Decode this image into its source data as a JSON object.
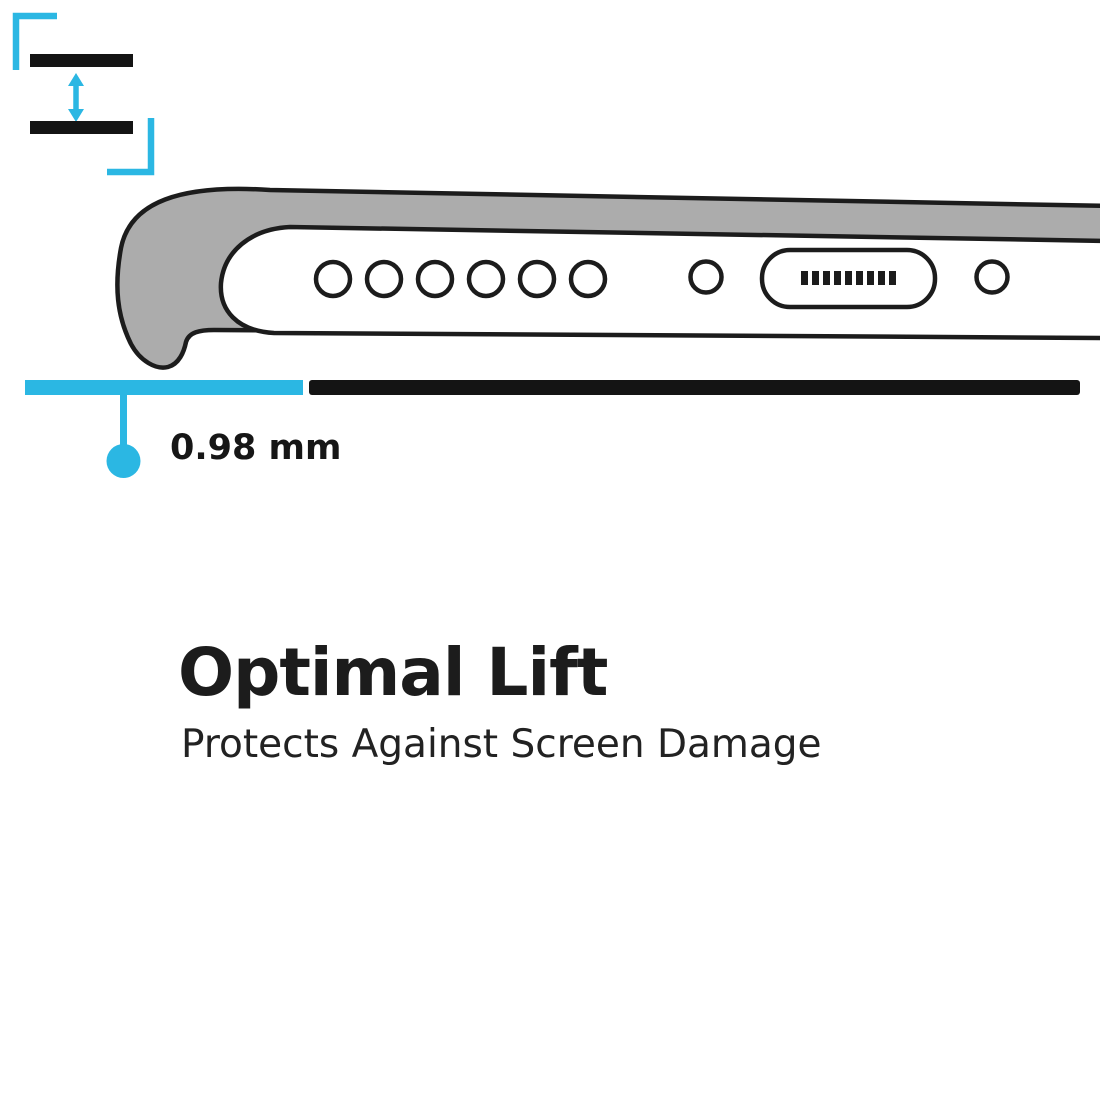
{
  "illustration": {
    "name": "phone-case-bottom-edge-side-view",
    "measurement_label": "0.98 mm"
  },
  "feature": {
    "title": "Optimal Lift",
    "subtitle": "Protects Against Screen Damage"
  },
  "colors": {
    "accent_cyan": "#2bb7e3",
    "ink_black": "#161616",
    "case_gray": "#acacac"
  },
  "icons": {
    "lift_gap": "lift-gap-icon",
    "charging_port": "charging-port-icon",
    "speaker_holes": "speaker-holes-icon",
    "screw_hole": "screw-hole-icon",
    "measurement_pointer": "measurement-pointer-icon"
  }
}
